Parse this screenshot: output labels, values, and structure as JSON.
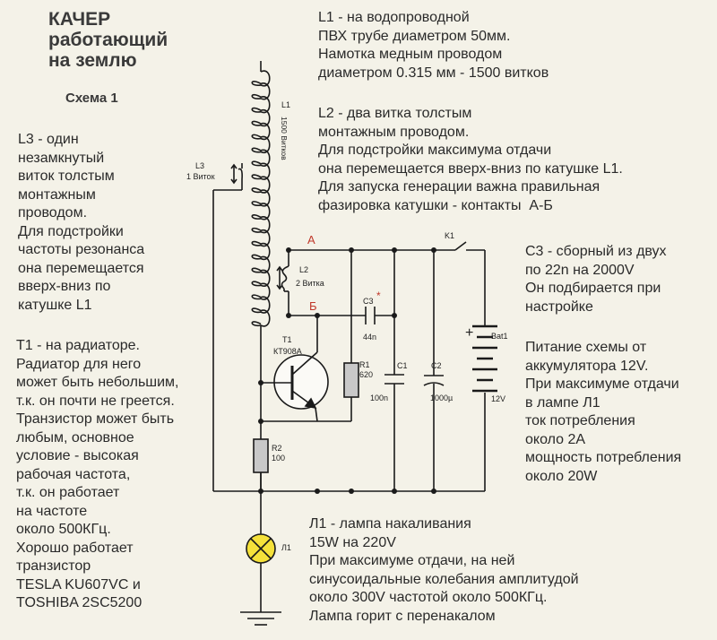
{
  "header": {
    "title": "КАЧЕР\nработающий\nна землю",
    "subtitle": "Схема 1"
  },
  "notes": {
    "l1": "L1 - на водопроводной\nПВХ трубе диаметром 50мм.\nНамотка медным проводом\nдиаметром 0.315 мм - 1500 витков",
    "l2": "L2 - два витка толстым\nмонтажным проводом.\nДля подстройки максимума отдачи\nона перемещается вверх-вниз по катушке L1.\nДля запуска генерации важна правильная\nфазировка катушки - контакты  А-Б",
    "l3": "L3 - один\nнезамкнутый\nвиток толстым\nмонтажным\nпроводом.\nДля подстройки\nчастоты резонанса\nона перемещается\nвверх-вниз по\nкатушке L1",
    "t1": "T1 - на радиаторе.\nРадиатор для него\nможет быть небольшим,\nт.к. он почти не греется.\nТранзистор может быть\nлюбым, основное\nусловие - высокая\nрабочая частота,\nт.к. он работает\nна частоте\nоколо 500КГц.\nХорошо работает\nтранзистор\nTESLA KU607VC и\nTOSHIBA 2SC5200",
    "c3": "С3 - сборный из двух\nпо 22n на 2000V\nОн подбирается при\nнастройке",
    "power": "Питание схемы от\nаккумулятора 12V.\nПри максимуме отдачи\nв лампе Л1\nток потребления\nоколо 2А\nмощность потребления\nоколо 20W",
    "lamp": "Л1 - лампа накаливания\n15W на 220V\nПри максимуме отдачи, на ней\nсинусоидальные колебания амплитудой\nоколо 300V частотой около 500КГц.\nЛампа горит с перенакалом"
  },
  "schematic": {
    "l1_label": "L1",
    "l1_turns": "1500 Витков",
    "l2_label": "L2",
    "l2_turns": "2 Витка",
    "l3_label": "L3",
    "l3_turns": "1 Виток",
    "contact_a": "А",
    "contact_b": "Б",
    "t1_label": "T1",
    "t1_model": "КТ908А",
    "r1_label": "R1",
    "r1_value": "620",
    "r2_label": "R2",
    "r2_value": "100",
    "c1_label": "C1",
    "c1_value": "100n",
    "c2_label": "C2",
    "c2_value": "1000µ",
    "c3_label": "C3",
    "c3_mark": "*",
    "c3_value": "44n",
    "switch_label": "K1",
    "battery_label": "Bat1",
    "battery_voltage": "12V",
    "battery_plus": "+",
    "lamp_label": "Л1"
  },
  "colors": {
    "background": "#f4f2e8",
    "contact_red": "#c0392b",
    "lamp_yellow": "#f5e13a"
  }
}
